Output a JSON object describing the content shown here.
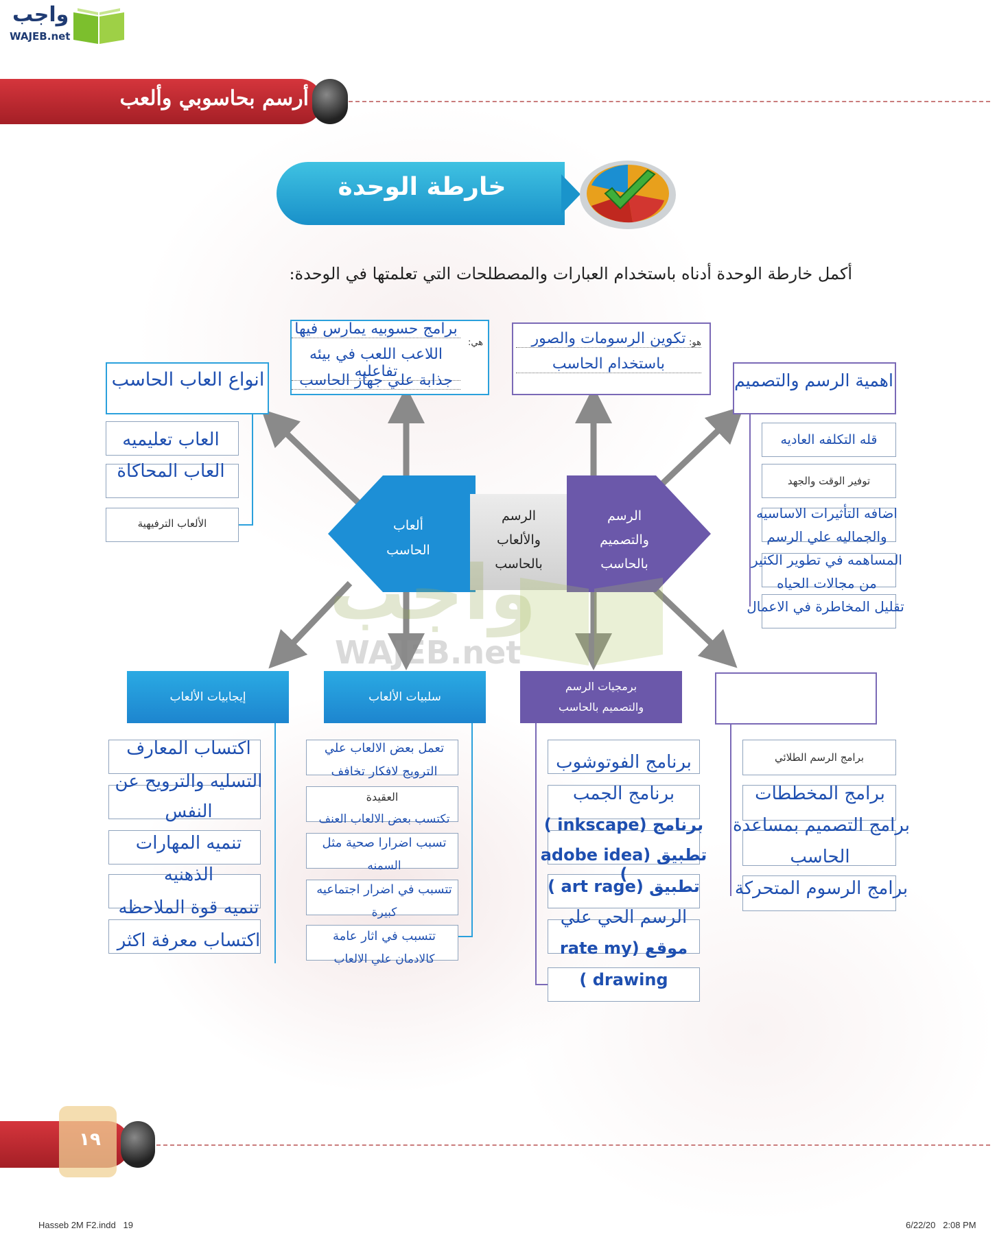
{
  "site_logo": {
    "arabic": "واجب",
    "latin": "WAJEB.net"
  },
  "header": {
    "title": "أرسم بحاسوبي وألعب"
  },
  "unit_map": {
    "title": "خارطة الوحدة"
  },
  "instruction": "أكمل خارطة الوحدة أدناه باستخدام العبارات والمصطلحات التي تعلمتها في الوحدة:",
  "center": {
    "left": "ألعاب الحاسب",
    "middle": "الرسم والألعاب بالحاسب",
    "right": "الرسم والتصميم بالحاسب"
  },
  "top_left_def": {
    "prefix": "هي:",
    "lines": [
      "برامج حسوبيه يمارس فيها",
      "اللاعب اللعب في بيئه تفاعليه",
      "جذابة علي جهاز الحاسب"
    ]
  },
  "top_right_def": {
    "prefix": "هو:",
    "lines": [
      "تكوين الرسومات والصور",
      "باستخدام الحاسب"
    ]
  },
  "types_games": {
    "title": "انواع العاب الحاسب",
    "items": [
      "العاب تعليميه",
      "العاب المحاكاة",
      "الألعاب الترفيهية"
    ]
  },
  "importance": {
    "title": "اهمية الرسم والتصميم",
    "items": [
      "قله التكلفه العاديه",
      "توفير الوقت والجهد",
      "اضافه التأثيرات الاساسيه",
      "والجماليه علي الرسم",
      "المساهمه في تطوير الكثير",
      "من مجالات الحياه",
      "تقليل المخاطرة في الاعمال"
    ]
  },
  "positives": {
    "title": "إيجابيات الألعاب",
    "items": [
      "اكتساب المعارف",
      "التسليه والترويح عن",
      "النفس",
      "تنميه المهارات",
      "الذهنيه",
      "تنميه قوة الملاحظه",
      "اكتساب معرفة اكثر"
    ]
  },
  "negatives": {
    "title": "سلبيات الألعاب",
    "items": [
      "تعمل بعض الالعاب علي",
      "الترويج لافكار تخافف",
      "العقيدة",
      "تكتسب بعض الالعاب العنف",
      "تسبب اضرارا صحية مثل",
      "السمنه",
      "تتسبب في اضرار اجتماعيه",
      "كبيرة",
      "تتسبب في اثار عامة",
      "كالادمان علي الالعاب"
    ]
  },
  "software": {
    "title": "برمجيات الرسم والتصميم بالحاسب",
    "items": [
      "برنامج الفوتوشوب",
      "برنامج الجمب",
      "برنامج (inkscape )",
      "تطبيق (adobe idea )",
      "تطبيق (art rage )",
      "الرسم الحي علي",
      "موقع (rate my",
      "drawing )"
    ]
  },
  "programs": {
    "title": "",
    "items": [
      "برامج الرسم الطلائي",
      "برامج المخططات",
      "برامج التصميم بمساعدة",
      "الحاسب",
      "برامج الرسوم المتحركة"
    ]
  },
  "watermark": {
    "arabic": "واجب",
    "latin": "WAJEB.net"
  },
  "page_number": "١٩",
  "footer": {
    "left": "Hasseb 2M F2.indd   19",
    "right": "6/22/20   2:08 PM"
  },
  "colors": {
    "red": "#c8262f",
    "blue": "#1d8fd6",
    "purple": "#6b58aa",
    "ink": "#1e4fb0"
  }
}
